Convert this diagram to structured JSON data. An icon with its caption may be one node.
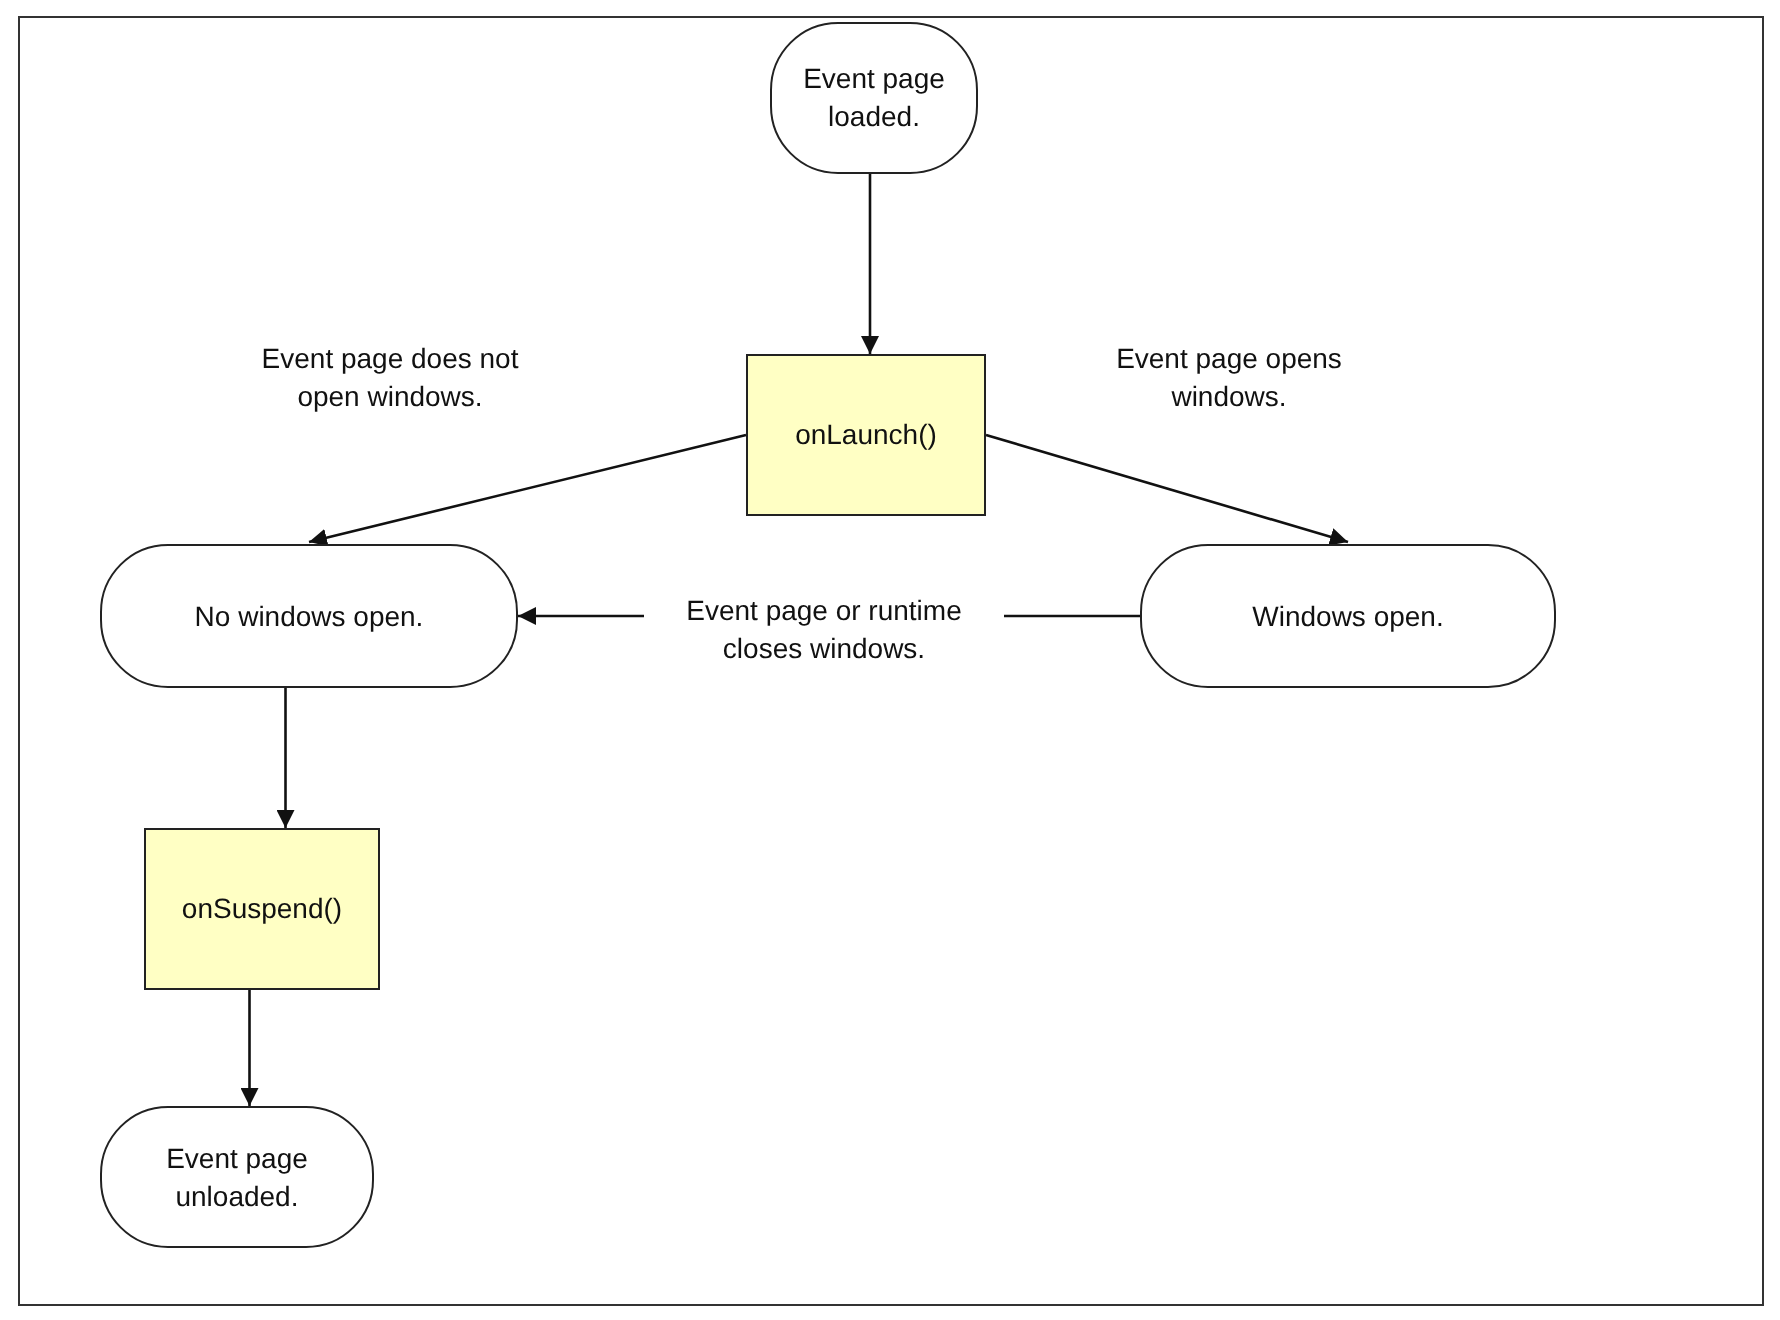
{
  "diagram": {
    "nodes": [
      {
        "text": [
          "Event page loaded."
        ]
      },
      {
        "text": [
          "onLaunch()"
        ]
      },
      {
        "text": [
          "No windows open."
        ]
      },
      {
        "text": [
          "Windows open."
        ]
      },
      {
        "text": [
          "onSuspend()"
        ]
      },
      {
        "text": [
          "Event page unloaded."
        ]
      }
    ],
    "edges": [
      {
        "from": 0,
        "to": 1,
        "arrow": "to"
      },
      {
        "from": 1,
        "to": 2,
        "arrow": "to",
        "label": "Event page does not open windows."
      },
      {
        "from": 1,
        "to": 3,
        "arrow": "to",
        "label": "Event page opens windows."
      },
      {
        "from": 3,
        "to": 2,
        "arrow": "to",
        "label": "Event page or runtime closes windows."
      },
      {
        "from": 2,
        "to": 4,
        "arrow": "to"
      },
      {
        "from": 4,
        "to": 5,
        "arrow": "to"
      }
    ]
  }
}
